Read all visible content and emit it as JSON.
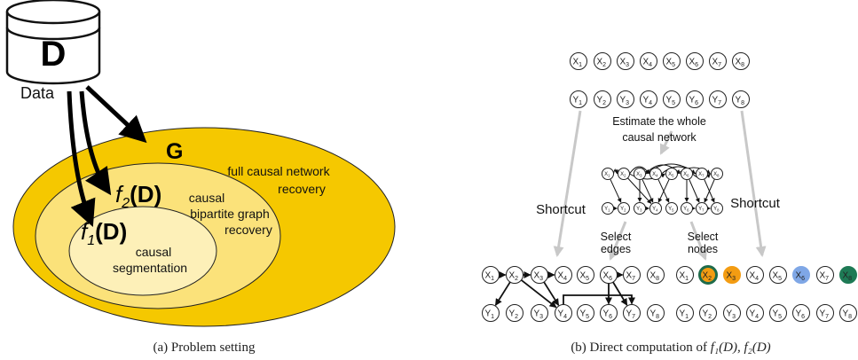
{
  "panel_a": {
    "db_label": "D",
    "data_label": "Data",
    "g_label": "G",
    "f2_prefix": "f",
    "f2_sub": "2",
    "f2_arg": "(D)",
    "f1_prefix": "f",
    "f1_sub": "1",
    "f1_arg": "(D)",
    "outer_text_1": "full causal network",
    "outer_text_2": "recovery",
    "middle_text_1": "causal",
    "middle_text_2": "bipartite graph",
    "middle_text_3": "recovery",
    "inner_text_1": "causal",
    "inner_text_2": "segmentation",
    "caption": "(a)  Problem setting",
    "colors": {
      "outer": "#f5c800",
      "middle": "#fbe27a",
      "inner": "#fdf0b8"
    }
  },
  "panel_b": {
    "x_nodes": [
      "X",
      "X",
      "X",
      "X",
      "X",
      "X",
      "X",
      "X"
    ],
    "y_nodes": [
      "Y",
      "Y",
      "Y",
      "Y",
      "Y",
      "Y",
      "Y",
      "Y"
    ],
    "subscripts": [
      "1",
      "2",
      "3",
      "4",
      "5",
      "6",
      "7",
      "8"
    ],
    "estimate_1": "Estimate the whole",
    "estimate_2": "causal network",
    "shortcut_left": "Shortcut",
    "shortcut_right": "Shortcut",
    "select_edges_1": "Select",
    "select_edges_2": "edges",
    "select_nodes_1": "Select",
    "select_nodes_2": "nodes",
    "caption_prefix": "(b)  Direct computation of ",
    "caption_math": "f₁(D), f₂(D)",
    "highlight_colors": {
      "x2": "#f39c12",
      "x2_ring": "#1e6b4a",
      "x3": "#f39c12",
      "x6": "#7fa7e6",
      "x8": "#1e7a55"
    }
  }
}
